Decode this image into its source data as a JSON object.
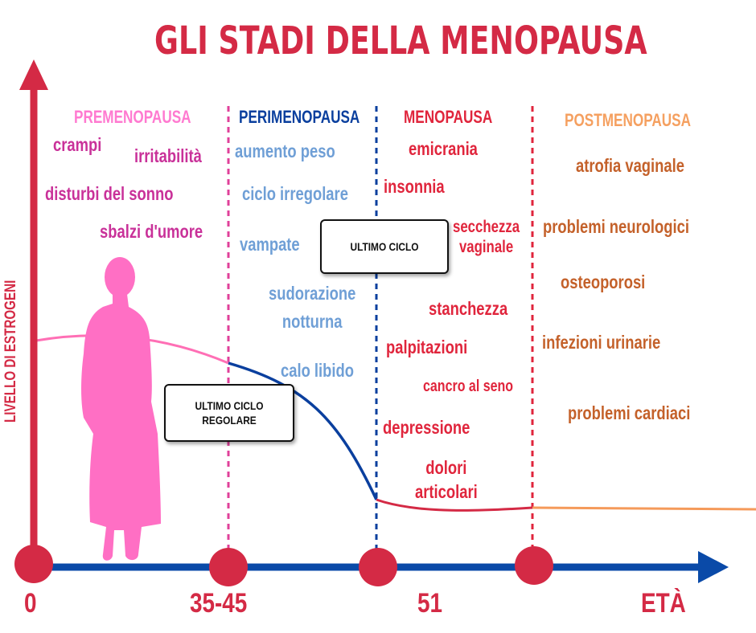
{
  "title": "GLI STADI DELLA MENOPAUSA",
  "y_axis_label": "LIVELLO DI ESTROGENI",
  "x_axis": {
    "ticks": [
      "0",
      "35-45",
      "51"
    ],
    "label": "ETÀ"
  },
  "colors": {
    "title": "#d42a45",
    "premenopausa": "#e0409a",
    "perimenopausa": "#0a3f9e",
    "peri_symptoms": "#6f9fd6",
    "menopausa": "#e0253c",
    "postmenopausa": "#f08a45",
    "post_symptoms": "#c4612a",
    "axis_x": "#0a4aa8",
    "axis_y": "#d42a45",
    "silhouette": "#ff6fc4"
  },
  "stages": [
    {
      "key": "premenopausa",
      "label": "PREMENOPAUSA",
      "symptoms": [
        "crampi",
        "irritabilità",
        "disturbi del sonno",
        "sbalzi d'umore"
      ]
    },
    {
      "key": "perimenopausa",
      "label": "PERIMENOPAUSA",
      "symptoms": [
        "aumento peso",
        "ciclo irregolare",
        "vampate",
        "sudorazione\nnotturna",
        "calo libido"
      ]
    },
    {
      "key": "menopausa",
      "label": "MENOPAUSA",
      "symptoms": [
        "emicrania",
        "insonnia",
        "secchezza\nvaginale",
        "stanchezza",
        "palpitazioni",
        "cancro al seno",
        "depressione",
        "dolori\narticolari"
      ]
    },
    {
      "key": "postmenopausa",
      "label": "POSTMENOPAUSA",
      "symptoms": [
        "atrofia vaginale",
        "problemi neurologici",
        "osteoporosi",
        "infezioni urinarie",
        "problemi cardiaci"
      ]
    }
  ],
  "callouts": {
    "last_regular_cycle": "ULTIMO CICLO\nREGOLARE",
    "last_cycle": "ULTIMO CICLO"
  },
  "icons": {
    "woman": "woman-silhouette-icon",
    "arrow_up": "arrow-up-icon",
    "arrow_right": "arrow-right-icon"
  }
}
